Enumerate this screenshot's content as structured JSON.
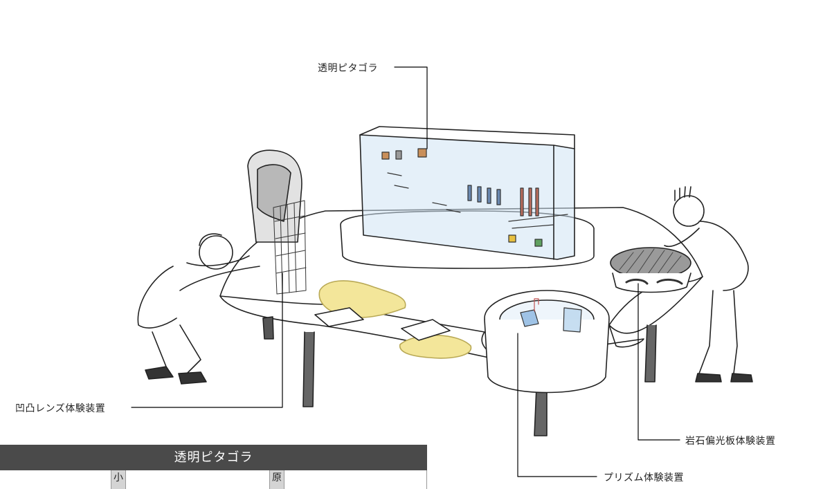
{
  "labels": {
    "pythagora": "透明ピタゴラ",
    "concave_convex_lens": "凹凸レンズ体験装置",
    "rock_polarizer": "岩石偏光板体験装置",
    "prism": "プリズム体験装置"
  },
  "table": {
    "title": "透明ピタゴラ",
    "col_tags": [
      "小",
      "原"
    ]
  },
  "colors": {
    "ink": "#222222",
    "yellow": "#f3e69a",
    "glass": "#cfe4f4",
    "header_bg": "#4a4a4a"
  }
}
